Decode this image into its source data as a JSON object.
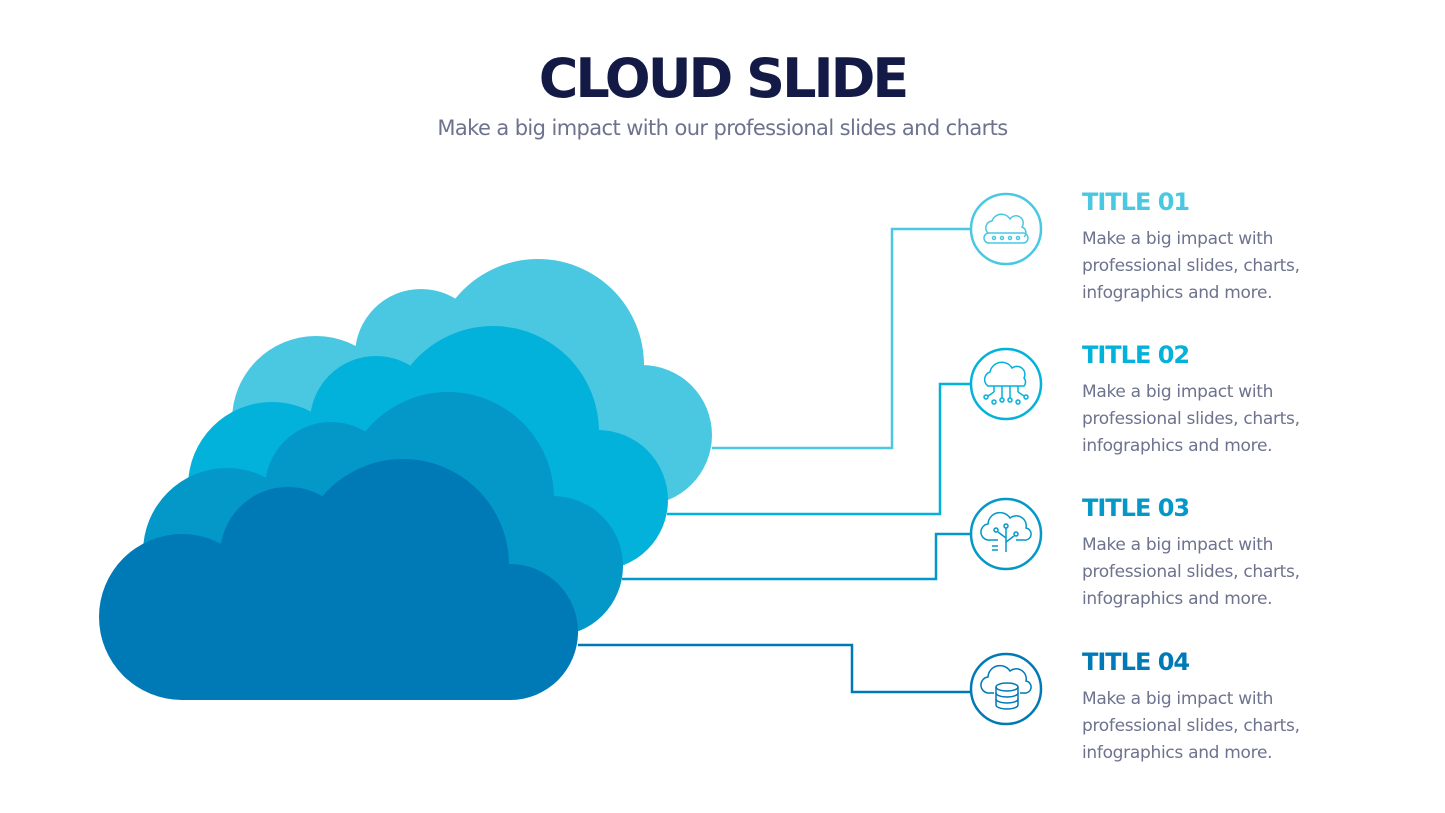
{
  "title": "CLOUD SLIDE",
  "subtitle": "Make a big impact with our professional slides and charts",
  "colors": {
    "title": "#141a46",
    "body_text": "#6d728e",
    "level1": "#4ac8e2",
    "level2": "#03b2da",
    "level3": "#0398c8",
    "level4": "#0079b7"
  },
  "items": [
    {
      "title": "TITLE 01",
      "body": "Make a big impact with professional slides, charts, infographics and more.",
      "icon": "cloud-server-icon",
      "color": "#4ac8e2"
    },
    {
      "title": "TITLE 02",
      "body": "Make a big impact with professional slides, charts, infographics and more.",
      "icon": "cloud-network-icon",
      "color": "#03b2da"
    },
    {
      "title": "TITLE 03",
      "body": "Make a big impact with professional slides, charts, infographics and more.",
      "icon": "cloud-tree-icon",
      "color": "#0398c8"
    },
    {
      "title": "TITLE 04",
      "body": "Make a big impact with professional slides, charts, infographics and more.",
      "icon": "cloud-database-icon",
      "color": "#0079b7"
    }
  ]
}
